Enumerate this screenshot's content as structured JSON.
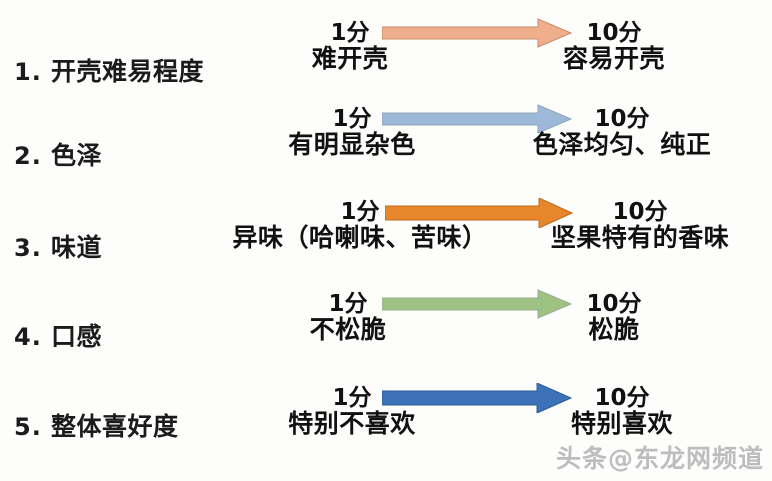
{
  "sheet": {
    "background_color": "#fdfdfc",
    "text_color": "#111111"
  },
  "rows": [
    {
      "number": "1.",
      "label": "开壳难易程度",
      "left": {
        "score": "1分",
        "desc": "难开壳"
      },
      "right": {
        "score": "10分",
        "desc": "容易开壳"
      },
      "arrow_color": "#EFAE8C",
      "arrow_stroke": "#C98A68"
    },
    {
      "number": "2.",
      "label": "色泽",
      "left": {
        "score": "1分",
        "desc": "有明显杂色"
      },
      "right": {
        "score": "10分",
        "desc": "色泽均匀、纯正"
      },
      "arrow_color": "#9DB9DA",
      "arrow_stroke": "#8FA3B6"
    },
    {
      "number": "3.",
      "label": "味道",
      "left": {
        "score": "1分",
        "desc": "异味（哈喇味、苦味）"
      },
      "right": {
        "score": "10分",
        "desc": "坚果特有的香味"
      },
      "arrow_color": "#E8862B",
      "arrow_stroke": "#C06A1E"
    },
    {
      "number": "4.",
      "label": "口感",
      "left": {
        "score": "1分",
        "desc": "不松脆"
      },
      "right": {
        "score": "10分",
        "desc": "松脆"
      },
      "arrow_color": "#9EC284",
      "arrow_stroke": "#9AAE90"
    },
    {
      "number": "5.",
      "label": "整体喜好度",
      "left": {
        "score": "1分",
        "desc": "特别不喜欢"
      },
      "right": {
        "score": "10分",
        "desc": "特别喜欢"
      },
      "arrow_color": "#3B72B8",
      "arrow_stroke": "#2F5D99"
    }
  ],
  "watermark": {
    "text": "头条@东龙网频道"
  }
}
